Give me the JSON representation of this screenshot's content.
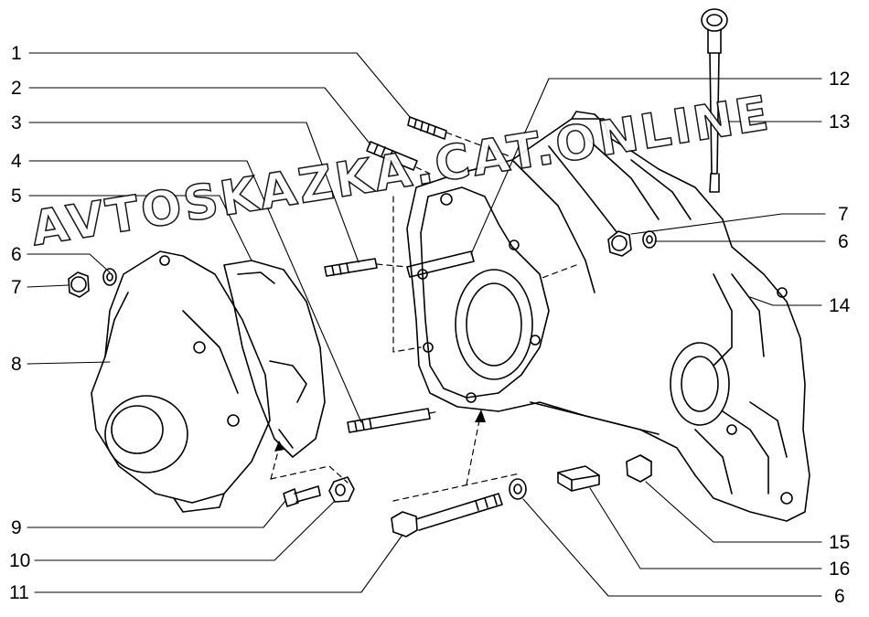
{
  "callouts": {
    "c1": "1",
    "c2": "2",
    "c3": "3",
    "c4": "4",
    "c5": "5",
    "c6a": "6",
    "c7a": "7",
    "c8": "8",
    "c9": "9",
    "c10": "10",
    "c11": "11",
    "c12": "12",
    "c13": "13",
    "c7b": "7",
    "c6b": "6",
    "c14": "14",
    "c15": "15",
    "c16": "16",
    "c6c": "6"
  },
  "watermark": "AVTOSKAZKA.CAT.ONLINE",
  "colors": {
    "ink": "#000000",
    "paper": "#ffffff"
  }
}
